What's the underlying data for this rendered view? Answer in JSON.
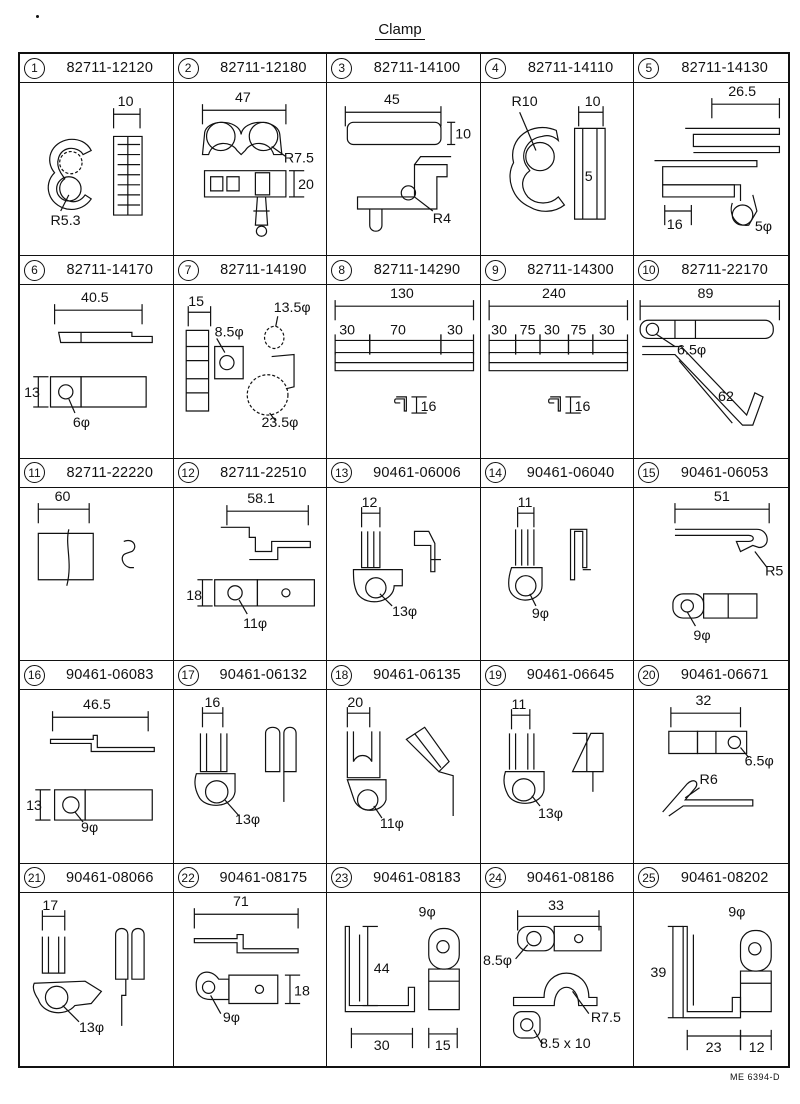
{
  "title": "Clamp",
  "footer_code": "ME 6394-D",
  "cells": [
    {
      "no": "1",
      "part": "82711-12120",
      "dims": [
        "10",
        "R5.3"
      ]
    },
    {
      "no": "2",
      "part": "82711-12180",
      "dims": [
        "47",
        "R7.5",
        "20"
      ]
    },
    {
      "no": "3",
      "part": "82711-14100",
      "dims": [
        "45",
        "10",
        "R4"
      ]
    },
    {
      "no": "4",
      "part": "82711-14110",
      "dims": [
        "R10",
        "10"
      ]
    },
    {
      "no": "5",
      "part": "82711-14130",
      "dims": [
        "26.5",
        "16",
        "5φ"
      ]
    },
    {
      "no": "6",
      "part": "82711-14170",
      "dims": [
        "40.5",
        "13",
        "6φ"
      ]
    },
    {
      "no": "7",
      "part": "82711-14190",
      "dims": [
        "15",
        "8.5φ",
        "13.5φ",
        "23.5φ"
      ]
    },
    {
      "no": "8",
      "part": "82711-14290",
      "dims": [
        "130",
        "30",
        "70",
        "30",
        "16"
      ]
    },
    {
      "no": "9",
      "part": "82711-14300",
      "dims": [
        "240",
        "30",
        "75",
        "30",
        "75",
        "30",
        "16"
      ]
    },
    {
      "no": "10",
      "part": "82711-22170",
      "dims": [
        "89",
        "6.5φ",
        "62"
      ]
    },
    {
      "no": "11",
      "part": "82711-22220",
      "dims": [
        "60"
      ]
    },
    {
      "no": "12",
      "part": "82711-22510",
      "dims": [
        "58.1",
        "18",
        "11φ"
      ]
    },
    {
      "no": "13",
      "part": "90461-06006",
      "dims": [
        "12",
        "13φ"
      ]
    },
    {
      "no": "14",
      "part": "90461-06040",
      "dims": [
        "11",
        "9φ"
      ]
    },
    {
      "no": "15",
      "part": "90461-06053",
      "dims": [
        "51",
        "R5",
        "9φ"
      ]
    },
    {
      "no": "16",
      "part": "90461-06083",
      "dims": [
        "46.5",
        "13",
        "9φ"
      ]
    },
    {
      "no": "17",
      "part": "90461-06132",
      "dims": [
        "16",
        "13φ"
      ]
    },
    {
      "no": "18",
      "part": "90461-06135",
      "dims": [
        "20",
        "11φ"
      ]
    },
    {
      "no": "19",
      "part": "90461-06645",
      "dims": [
        "11",
        "13φ"
      ]
    },
    {
      "no": "20",
      "part": "90461-06671",
      "dims": [
        "32",
        "6.5φ",
        "R6"
      ]
    },
    {
      "no": "21",
      "part": "90461-08066",
      "dims": [
        "17",
        "13φ"
      ]
    },
    {
      "no": "22",
      "part": "90461-08175",
      "dims": [
        "71",
        "18",
        "9φ"
      ]
    },
    {
      "no": "23",
      "part": "90461-08183",
      "dims": [
        "9φ",
        "44",
        "30",
        "15"
      ]
    },
    {
      "no": "24",
      "part": "90461-08186",
      "dims": [
        "33",
        "8.5φ",
        "R7.5",
        "8.5 x 10"
      ]
    },
    {
      "no": "25",
      "part": "90461-08202",
      "dims": [
        "9φ",
        "39",
        "23",
        "12"
      ]
    }
  ]
}
